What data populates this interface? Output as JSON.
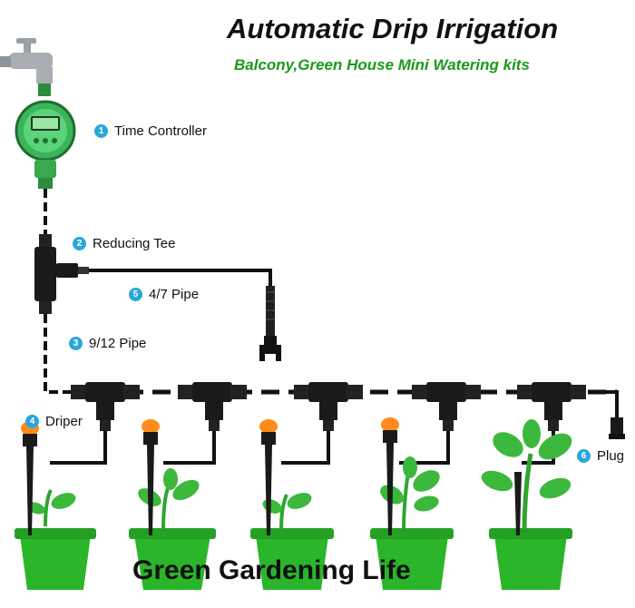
{
  "header": {
    "title": "Automatic Drip Irrigation",
    "subtitle": "Balcony,Green House Mini Watering kits"
  },
  "components": [
    {
      "number": "1",
      "label": "Time Controller"
    },
    {
      "number": "2",
      "label": "Reducing Tee"
    },
    {
      "number": "3",
      "label": "9/12 Pipe"
    },
    {
      "number": "4",
      "label": "Driper"
    },
    {
      "number": "5",
      "label": "4/7 Pipe"
    },
    {
      "number": "6",
      "label": "Plug"
    }
  ],
  "footer": {
    "text": "Green Gardening Life"
  },
  "colors": {
    "accent_green": "#1a9a1a",
    "pot_green": "#2bb52b",
    "badge_blue": "#2aa7d9",
    "dripper_orange": "#ff8c1a",
    "pipe_black": "#111111"
  }
}
